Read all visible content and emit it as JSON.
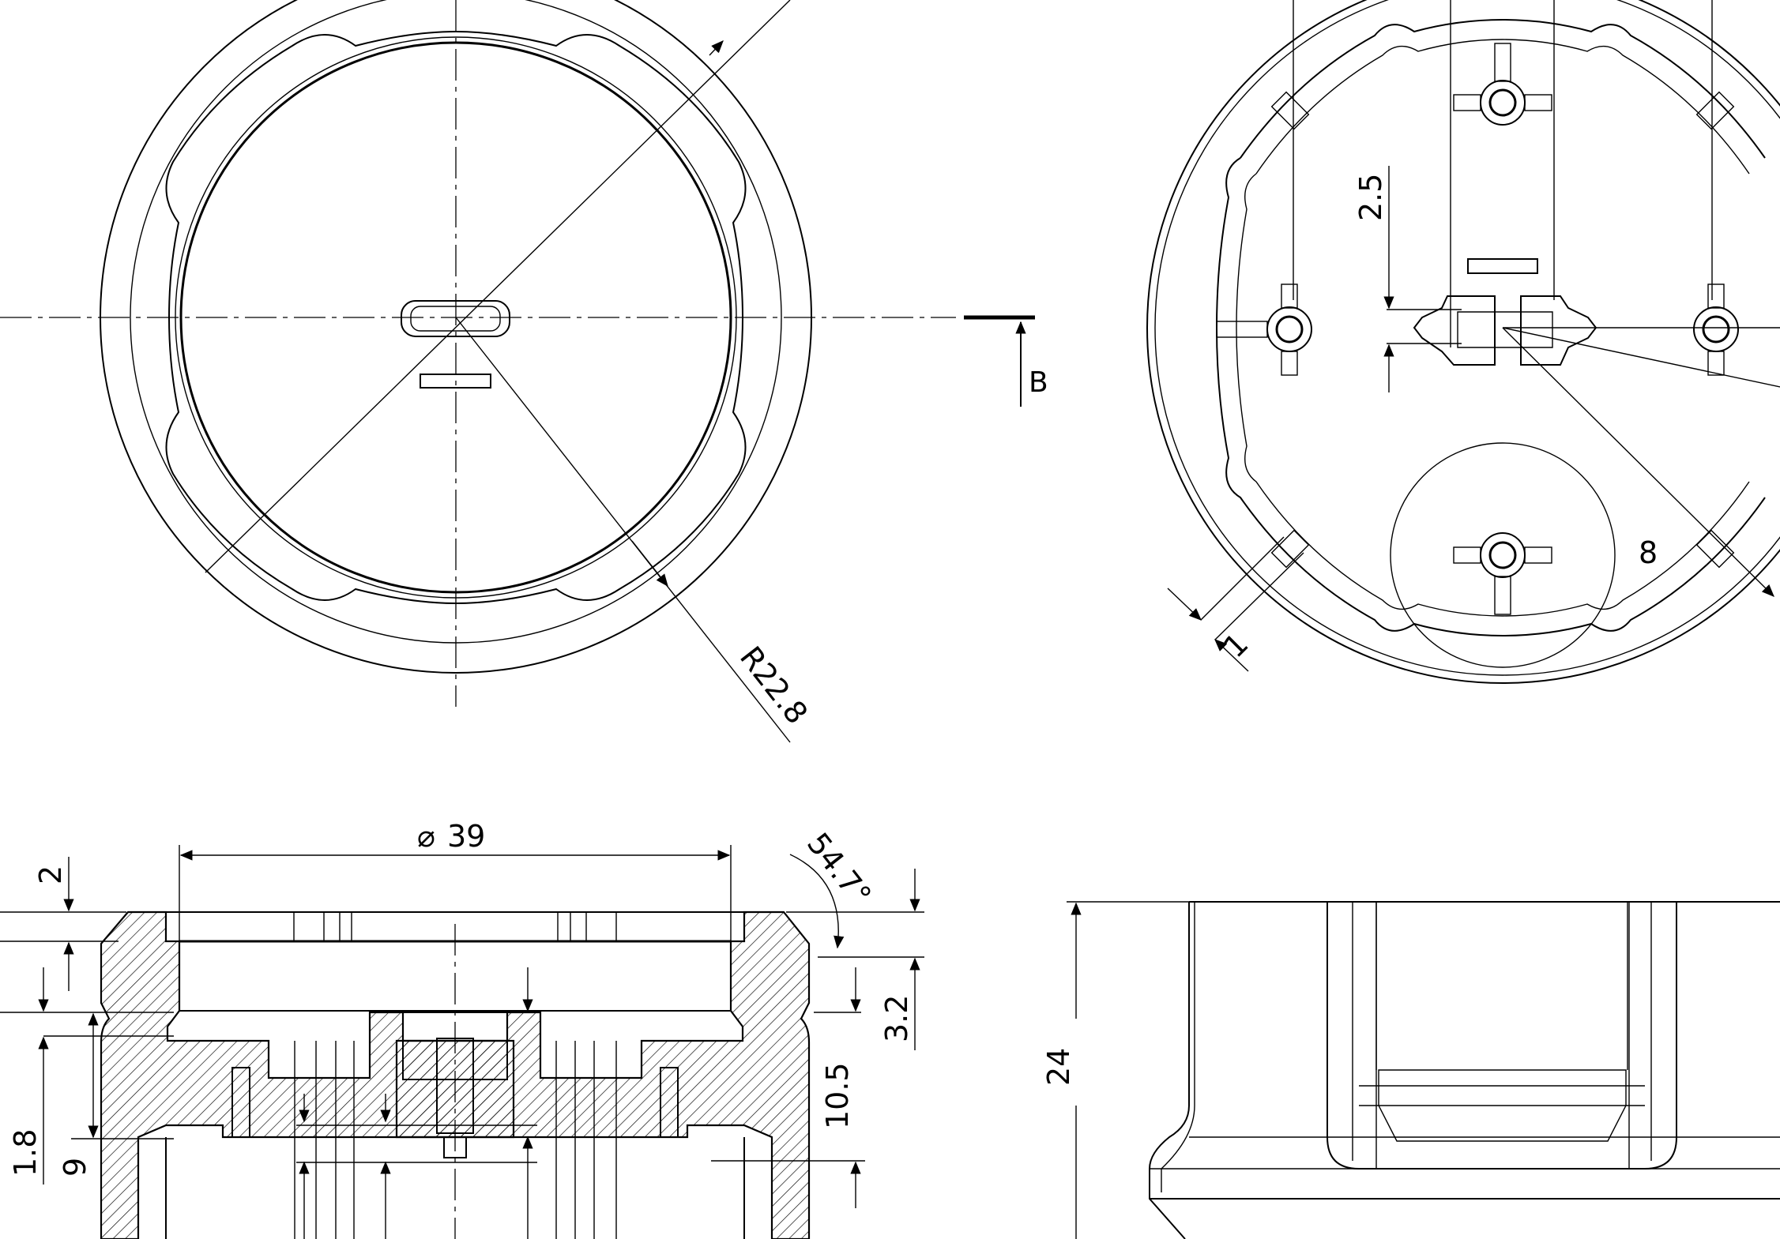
{
  "dimensions": {
    "radius": "R22.8",
    "diameter_symbol": "⌀",
    "diameter_value": "39",
    "angle": "54.7°",
    "d_2": "2",
    "d_1_8": "1.8",
    "d_9": "9",
    "d_3_2": "3.2",
    "d_10_5": "10.5",
    "d_24": "24",
    "d_2_5": "2.5",
    "d_8": "8",
    "d_1": "1"
  },
  "labels": {
    "section_b": "B"
  },
  "colors": {
    "line": "#000000",
    "background": "#ffffff"
  }
}
